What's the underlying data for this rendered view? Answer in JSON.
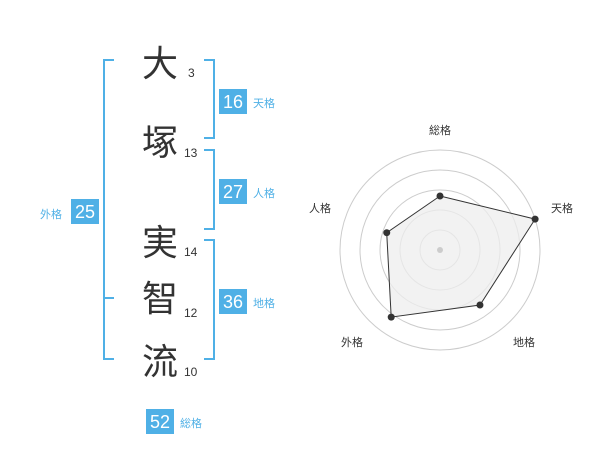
{
  "name": {
    "characters": [
      {
        "char": "大",
        "strokes": "3"
      },
      {
        "char": "塚",
        "strokes": "13"
      },
      {
        "char": "実",
        "strokes": "14"
      },
      {
        "char": "智",
        "strokes": "12"
      },
      {
        "char": "流",
        "strokes": "10"
      }
    ]
  },
  "fortune": {
    "tenkaku": {
      "value": "16",
      "label": "天格"
    },
    "jinkaku": {
      "value": "27",
      "label": "人格"
    },
    "chikaku": {
      "value": "36",
      "label": "地格"
    },
    "gaikaku": {
      "value": "25",
      "label": "外格"
    },
    "soukaku": {
      "value": "52",
      "label": "総格"
    }
  },
  "colors": {
    "accent": "#4fb0e6",
    "text": "#333333",
    "ring": "#cccccc",
    "fill": "#eeeeee"
  },
  "chart_data": {
    "type": "radar",
    "axes": [
      "総格",
      "天格",
      "地格",
      "外格",
      "人格"
    ],
    "values": [
      0.54,
      1.0,
      0.68,
      0.83,
      0.56
    ],
    "rings": 5
  }
}
